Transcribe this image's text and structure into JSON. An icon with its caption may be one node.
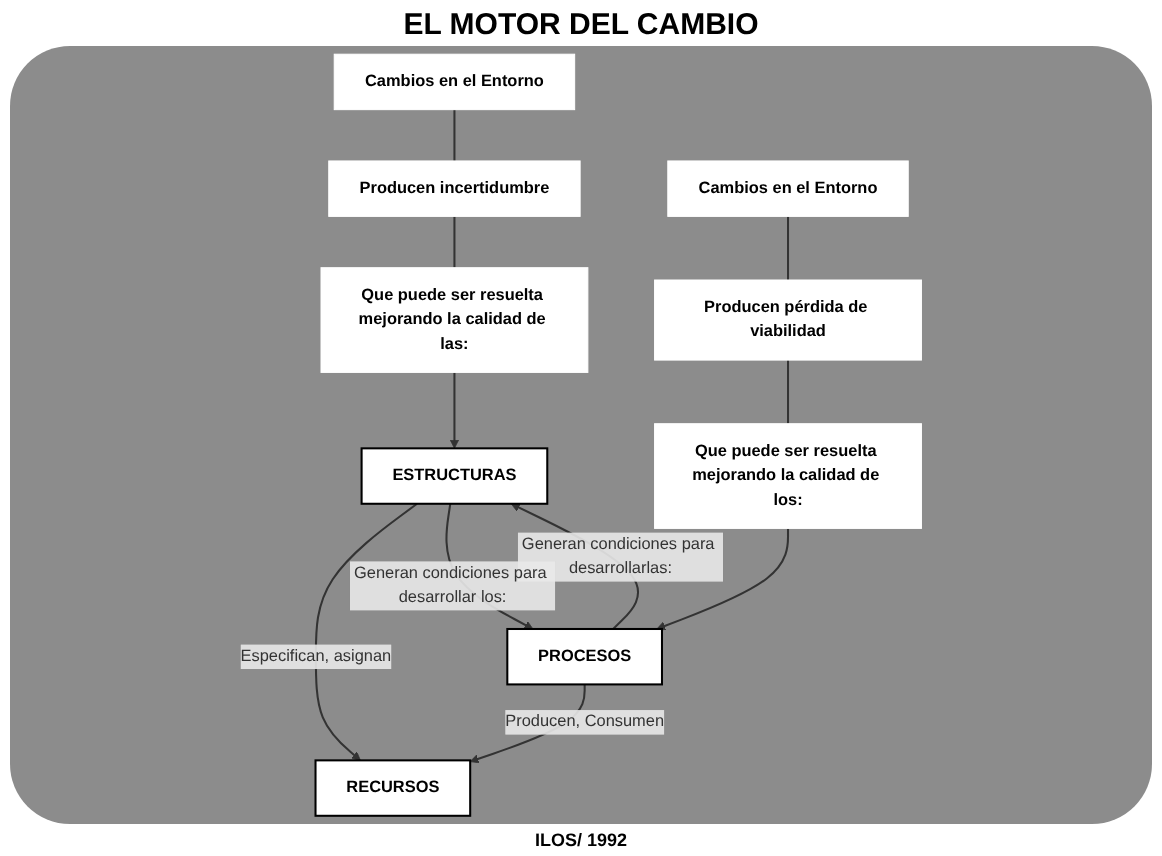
{
  "diagram": {
    "title": "EL MOTOR DEL CAMBIO",
    "caption": "ILOS/ 1992",
    "nodes": [
      {
        "text": [
          "Cambios en el Entorno"
        ]
      },
      {
        "text": [
          "Producen incertidumbre"
        ]
      },
      {
        "text": [
          "Que puede ser resuelta mejorando la calidad de las:"
        ]
      },
      {
        "text": [
          "ESTRUCTURAS"
        ]
      },
      {
        "text": [
          "RECURSOS"
        ]
      },
      {
        "text": [
          "PROCESOS"
        ]
      },
      {
        "text": [
          "Que puede ser resuelta mejorando la calidad de los:"
        ]
      },
      {
        "text": [
          "Producen pérdida de viabilidad"
        ]
      },
      {
        "text": [
          "Cambios en el Entorno"
        ]
      }
    ],
    "edges": [
      {
        "from": 0,
        "to": 1,
        "arrow": "none"
      },
      {
        "from": 1,
        "to": 2,
        "arrow": "none"
      },
      {
        "from": 2,
        "to": 3,
        "arrow": "to"
      },
      {
        "from": 3,
        "to": 4,
        "arrow": "to",
        "label": "Especifican, asignan"
      },
      {
        "from": 5,
        "to": 4,
        "arrow": "to",
        "label": "Producen, Consumen"
      },
      {
        "from": 5,
        "to": 3,
        "arrow": "to",
        "label": "Generan condiciones para desarrollarlas:"
      },
      {
        "from": 3,
        "to": 5,
        "arrow": "to",
        "label": "Generan condiciones para desarrollar los:"
      },
      {
        "from": 8,
        "to": 7,
        "arrow": "none"
      },
      {
        "from": 7,
        "to": 6,
        "arrow": "none"
      },
      {
        "from": 6,
        "to": 5,
        "arrow": "to"
      }
    ]
  }
}
